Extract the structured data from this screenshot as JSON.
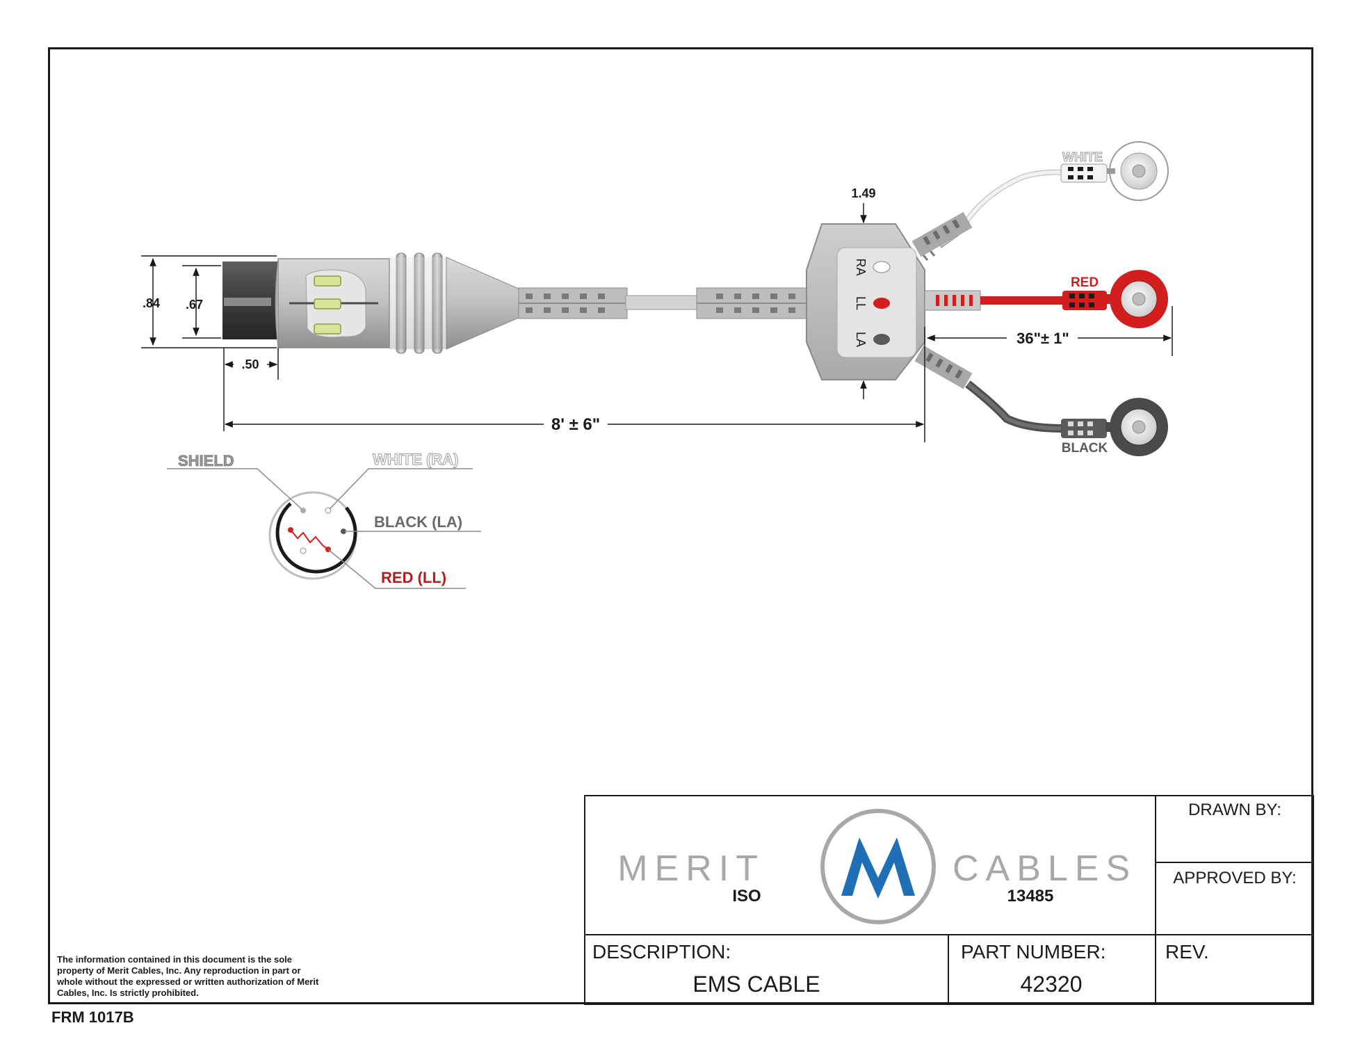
{
  "dimensions": {
    "overall_diameter": ".84",
    "inner_diameter": ".67",
    "plug_length": ".50",
    "yoke_width": "1.49",
    "main_length": "8' ± 6\"",
    "lead_length": "36\"± 1\""
  },
  "yoke_labels": [
    "RA",
    "LL",
    "LA"
  ],
  "leads": {
    "white": "WHITE",
    "red": "RED",
    "black": "BLACK"
  },
  "pinout": {
    "shield": "SHIELD",
    "white": "WHITE (RA)",
    "black": "BLACK (LA)",
    "red": "RED (LL)"
  },
  "colors": {
    "red": "#d21e1e",
    "white_lead": "#e8e8e8",
    "black_lead": "#5a5a5a",
    "body_gray": "#b8b8b8",
    "logo_blue": "#1f6fb6",
    "logo_gray": "#9a9a9a"
  },
  "title_block": {
    "logo_left": "MERIT",
    "logo_right": "CABLES",
    "iso_left": "ISO",
    "iso_right": "13485",
    "drawn_by_label": "DRAWN BY:",
    "approved_by_label": "APPROVED BY:",
    "description_label": "DESCRIPTION:",
    "description_value": "EMS CABLE",
    "part_number_label": "PART NUMBER:",
    "part_number_value": "42320",
    "rev_label": "REV."
  },
  "notice": "The information contained in this document is the sole property of Merit Cables, Inc. Any reproduction in part or whole without the expressed or written authorization of Merit Cables, Inc. Is strictly prohibited.",
  "form_number": "FRM 1017B"
}
